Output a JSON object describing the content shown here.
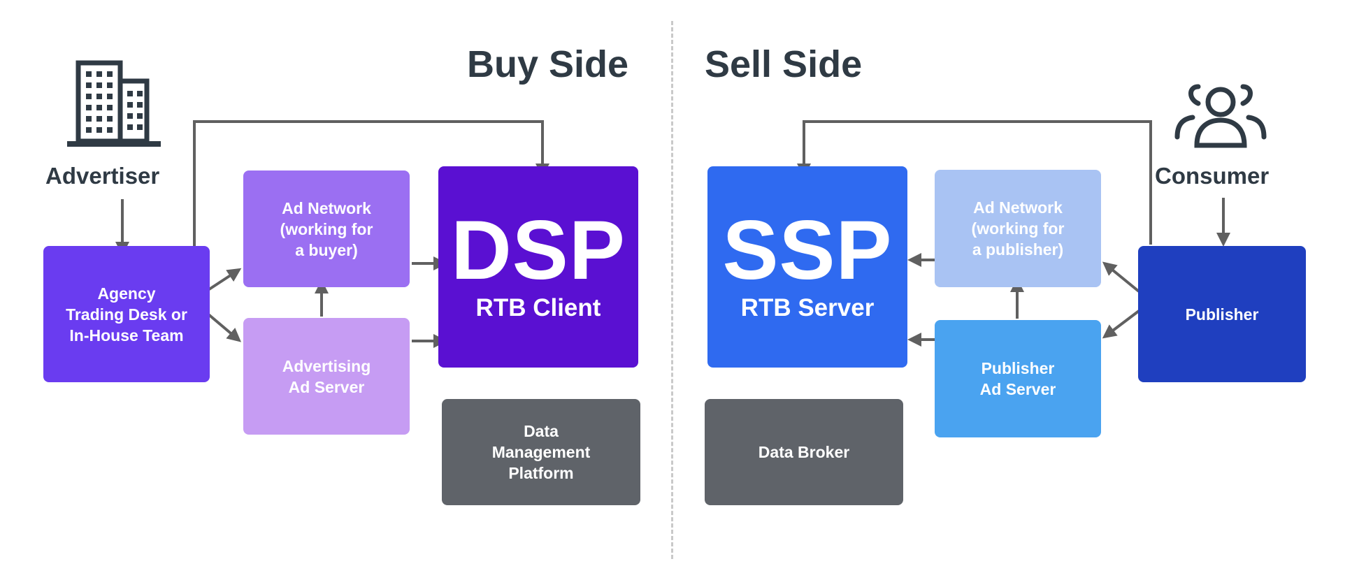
{
  "headings": {
    "buy_side": "Buy Side",
    "sell_side": "Sell Side"
  },
  "actors": {
    "advertiser": "Advertiser",
    "consumer": "Consumer"
  },
  "icons": {
    "advertiser": "building-icon",
    "consumer": "people-group-icon"
  },
  "boxes": {
    "agency": "Agency\nTrading Desk or\nIn-House Team",
    "ad_network_buyer": "Ad Network\n(working for\na buyer)",
    "advertising_ad_server": "Advertising\nAd Server",
    "dsp_title": "DSP",
    "dsp_subtitle": "RTB Client",
    "dmp": "Data\nManagement\nPlatform",
    "ssp_title": "SSP",
    "ssp_subtitle": "RTB Server",
    "ad_network_publisher": "Ad Network\n(working for\na publisher)",
    "publisher_ad_server": "Publisher\nAd Server",
    "publisher": "Publisher",
    "data_broker": "Data Broker"
  },
  "colors": {
    "agency": "#6a3cf0",
    "ad_network_buyer": "#9b6ff2",
    "advertising_ad_server": "#c69cf3",
    "dsp": "#5a10d2",
    "dmp": "#5f6369",
    "ssp": "#2f6af0",
    "ad_network_publisher": "#a9c3f3",
    "publisher_ad_server": "#4aa3f0",
    "publisher": "#1f3fbf",
    "data_broker": "#5f6369",
    "arrow": "#606060",
    "text_dark": "#2f3a44"
  }
}
